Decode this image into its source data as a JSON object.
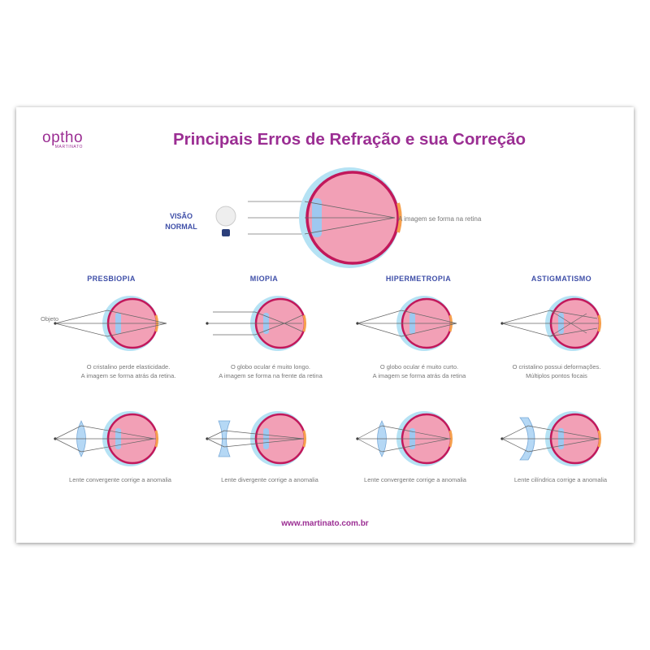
{
  "logo": {
    "main": "optho",
    "sub": "MARTINATO"
  },
  "title": "Principais Erros de Refração e sua Correção",
  "normal": {
    "label_line1": "VISÃO",
    "label_line2": "NORMAL",
    "caption": "A imagem se forma na retina"
  },
  "object_label": "Objeto",
  "conditions": [
    {
      "heading": "PRESBIOPIA",
      "caption_line1": "O cristalino perde elasticidade.",
      "caption_line2": "A imagem se forma atrás da retina.",
      "correction": "Lente convergente corrige a anomalia"
    },
    {
      "heading": "MIOPIA",
      "caption_line1": "O globo ocular é muito longo.",
      "caption_line2": "A imagem se forma na frente da retina",
      "correction": "Lente divergente corrige a anomalia"
    },
    {
      "heading": "HIPERMETROPIA",
      "caption_line1": "O globo ocular é muito curto.",
      "caption_line2": "A imagem se forma atrás da retina",
      "correction": "Lente convergente corrige a anomalia"
    },
    {
      "heading": "ASTIGMATISMO",
      "caption_line1": "O cristalino possui deformações.",
      "caption_line2": "Múltiplos pontos focais",
      "correction": "Lente cilíndrica corrige a anomalia"
    }
  ],
  "website": "www.martinato.com.br",
  "colors": {
    "brand": "#9b2e93",
    "heading": "#3f4fa8",
    "eye_fill": "#f2a0b6",
    "eye_edge": "#c2185b",
    "cornea": "#8ed0ec",
    "lens": "#9ec8f0"
  }
}
